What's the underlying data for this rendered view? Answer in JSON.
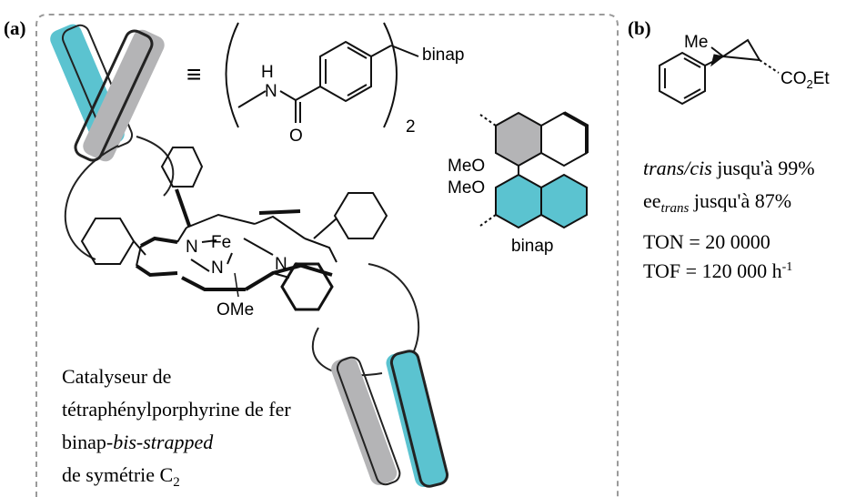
{
  "panel_a": {
    "label": "(a)",
    "equiv": "≡",
    "strap_binap": "binap",
    "n_h": "H",
    "n_atom": "N",
    "o_atom": "O",
    "subscript_2": "2",
    "fe_atom": "Fe",
    "n_left_top": "N",
    "n_right_top": "N",
    "n_bottom": "N",
    "ome_axial": "OMe",
    "binap": {
      "meo1": "MeO",
      "meo2": "MeO",
      "label": "binap"
    },
    "caption": {
      "line1": "Catalyseur de",
      "line2": "tétraphénylporphyrine de fer",
      "line3_a": "binap-",
      "line3_b": "bis-strapped",
      "line4_a": "de symétrie C",
      "line4_sub": "2"
    }
  },
  "panel_b": {
    "label": "(b)",
    "me": "Me",
    "ester_a": "CO",
    "ester_sub": "2",
    "ester_b": "Et",
    "trans_cis_label": "trans/cis",
    "trans_cis_text": " jusqu'à 99%",
    "ee_main": "ee",
    "ee_sub": "trans",
    "ee_text": " jusqu'à 87%",
    "ton": "TON = 20 0000",
    "tof_a": "TOF = 120 000 h",
    "tof_sup": "-1"
  },
  "colors": {
    "cyan": "#5bc3d0",
    "gray": "#b4b4b6",
    "dash": "#9a9a9a"
  }
}
